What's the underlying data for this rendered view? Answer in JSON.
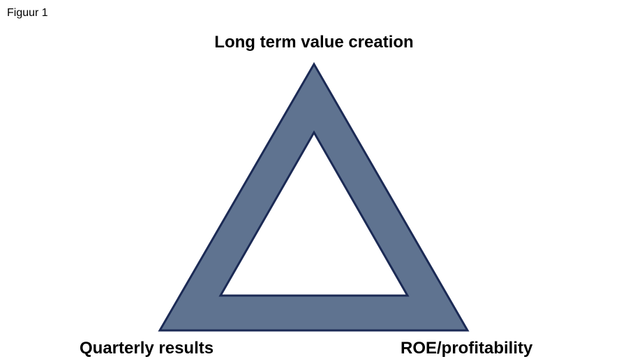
{
  "figure_label": "Figuur 1",
  "labels": {
    "top": "Long term value creation",
    "bottom_left": "Quarterly results",
    "bottom_right": "ROE/profitability"
  },
  "colors": {
    "fill": "#5f7390",
    "stroke": "#1b2a55"
  }
}
